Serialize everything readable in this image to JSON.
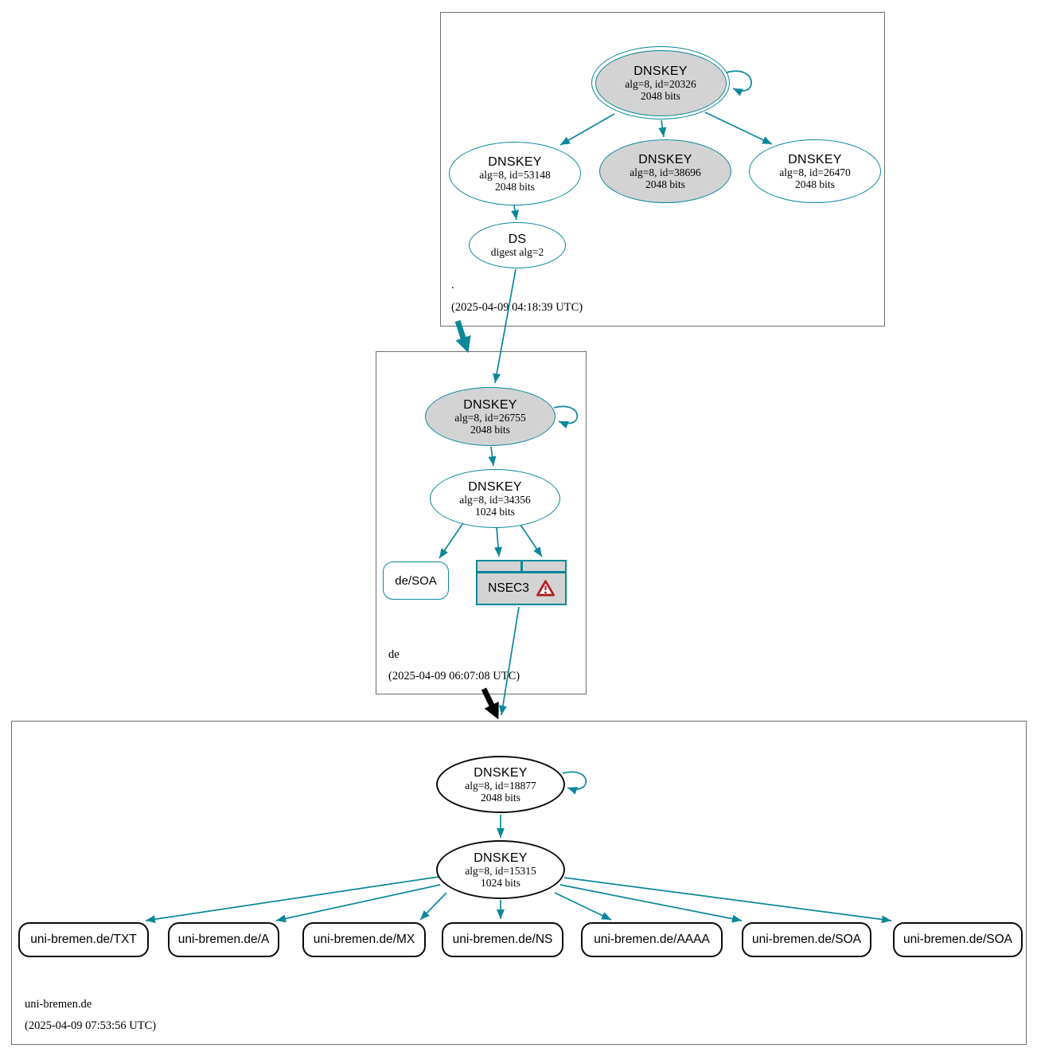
{
  "colors": {
    "secure_teal": "#0a879a",
    "bogus_black": "#000000",
    "node_fill_gray": "#d3d3d3",
    "warning_red": "#b2201f",
    "zone_border_gray": "#6e6e6e"
  },
  "zones": [
    {
      "label": ".",
      "timestamp": "(2025-04-09 04:18:39 UTC)",
      "nodes": {
        "ksk": {
          "title": "DNSKEY",
          "detail1": "alg=8, id=20326",
          "detail2": "2048 bits"
        },
        "zsk1": {
          "title": "DNSKEY",
          "detail1": "alg=8, id=53148",
          "detail2": "2048 bits"
        },
        "zsk2": {
          "title": "DNSKEY",
          "detail1": "alg=8, id=38696",
          "detail2": "2048 bits"
        },
        "zsk3": {
          "title": "DNSKEY",
          "detail1": "alg=8, id=26470",
          "detail2": "2048 bits"
        },
        "ds": {
          "title": "DS",
          "detail1": "digest alg=2"
        }
      }
    },
    {
      "label": "de",
      "timestamp": "(2025-04-09 06:07:08 UTC)",
      "nodes": {
        "ksk": {
          "title": "DNSKEY",
          "detail1": "alg=8, id=26755",
          "detail2": "2048 bits"
        },
        "zsk": {
          "title": "DNSKEY",
          "detail1": "alg=8, id=34356",
          "detail2": "1024 bits"
        },
        "soa": {
          "label": "de/SOA"
        },
        "nsec3": {
          "label": "NSEC3"
        }
      }
    },
    {
      "label": "uni-bremen.de",
      "timestamp": "(2025-04-09 07:53:56 UTC)",
      "nodes": {
        "ksk": {
          "title": "DNSKEY",
          "detail1": "alg=8, id=18877",
          "detail2": "2048 bits"
        },
        "zsk": {
          "title": "DNSKEY",
          "detail1": "alg=8, id=15315",
          "detail2": "1024 bits"
        },
        "rrsets": [
          {
            "label": "uni-bremen.de/TXT"
          },
          {
            "label": "uni-bremen.de/A"
          },
          {
            "label": "uni-bremen.de/MX"
          },
          {
            "label": "uni-bremen.de/NS"
          },
          {
            "label": "uni-bremen.de/AAAA"
          },
          {
            "label": "uni-bremen.de/SOA"
          },
          {
            "label": "uni-bremen.de/SOA"
          }
        ]
      }
    }
  ],
  "edges": [
    {
      "from": "dnskey-20326",
      "to": "dnskey-20326",
      "type": "rrsig-self"
    },
    {
      "from": "dnskey-20326",
      "to": "dnskey-53148",
      "type": "rrsig"
    },
    {
      "from": "dnskey-20326",
      "to": "dnskey-38696",
      "type": "rrsig"
    },
    {
      "from": "dnskey-20326",
      "to": "dnskey-26470",
      "type": "rrsig"
    },
    {
      "from": "dnskey-53148",
      "to": "ds-digest-alg-2",
      "type": "rrsig"
    },
    {
      "from": "ds-digest-alg-2",
      "to": "dnskey-26755",
      "type": "ds-link"
    },
    {
      "from": "zone-root",
      "to": "zone-de",
      "type": "delegation-secure"
    },
    {
      "from": "dnskey-26755",
      "to": "dnskey-26755",
      "type": "rrsig-self"
    },
    {
      "from": "dnskey-26755",
      "to": "dnskey-34356",
      "type": "rrsig"
    },
    {
      "from": "dnskey-34356",
      "to": "de/SOA",
      "type": "rrsig"
    },
    {
      "from": "dnskey-34356",
      "to": "nsec3",
      "type": "rrsig"
    },
    {
      "from": "dnskey-34356",
      "to": "nsec3",
      "type": "rrsig"
    },
    {
      "from": "nsec3",
      "to": "zone-uni-bremen.de",
      "type": "nsec3-link"
    },
    {
      "from": "zone-de",
      "to": "zone-uni-bremen.de",
      "type": "delegation-bogus"
    },
    {
      "from": "dnskey-18877",
      "to": "dnskey-18877",
      "type": "rrsig-self"
    },
    {
      "from": "dnskey-18877",
      "to": "dnskey-15315",
      "type": "rrsig"
    },
    {
      "from": "dnskey-15315",
      "to": "uni-bremen.de/TXT",
      "type": "rrsig"
    },
    {
      "from": "dnskey-15315",
      "to": "uni-bremen.de/A",
      "type": "rrsig"
    },
    {
      "from": "dnskey-15315",
      "to": "uni-bremen.de/MX",
      "type": "rrsig"
    },
    {
      "from": "dnskey-15315",
      "to": "uni-bremen.de/NS",
      "type": "rrsig"
    },
    {
      "from": "dnskey-15315",
      "to": "uni-bremen.de/AAAA",
      "type": "rrsig"
    },
    {
      "from": "dnskey-15315",
      "to": "uni-bremen.de/SOA",
      "type": "rrsig"
    },
    {
      "from": "dnskey-15315",
      "to": "uni-bremen.de/SOA-2",
      "type": "rrsig"
    }
  ]
}
